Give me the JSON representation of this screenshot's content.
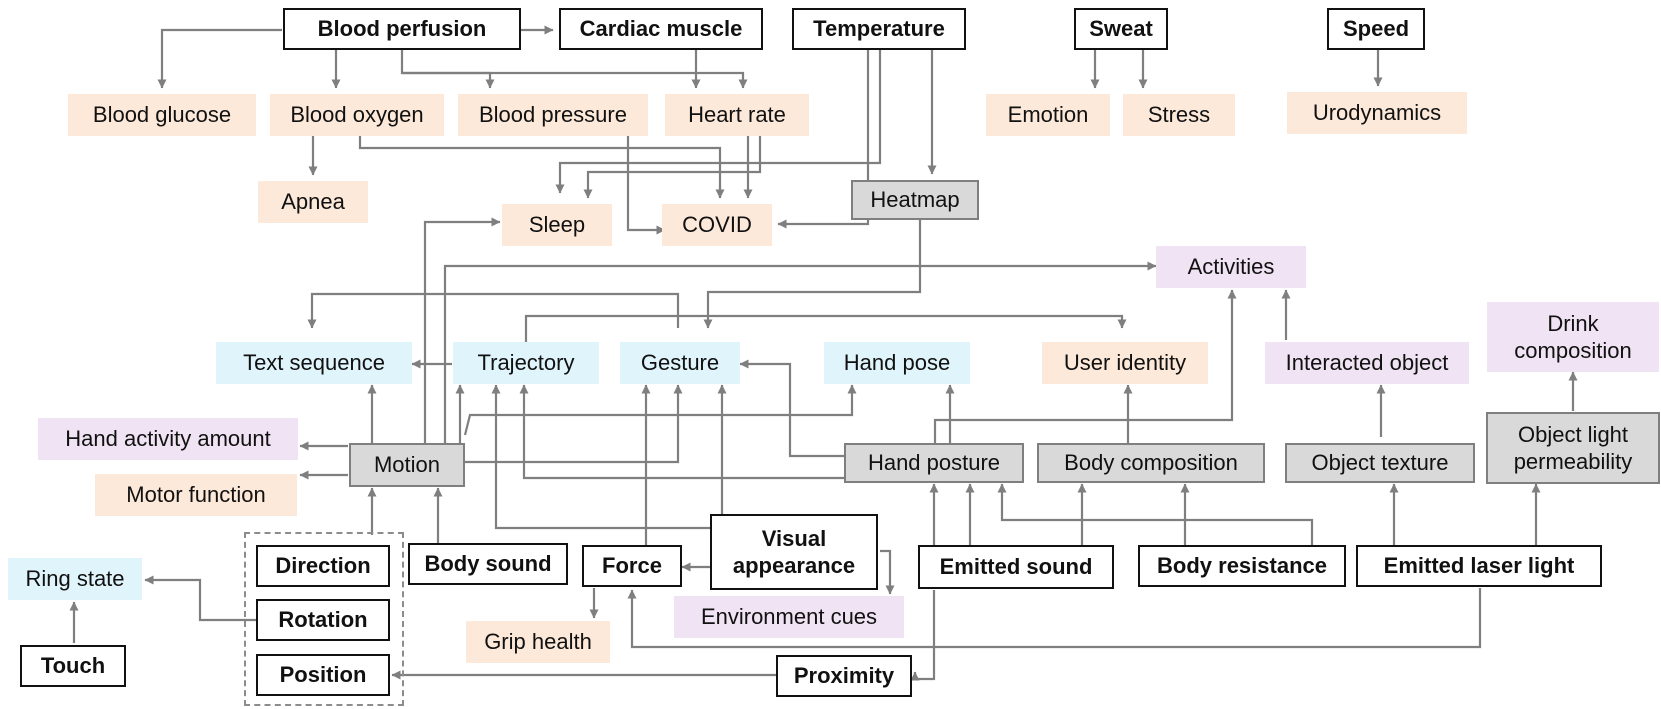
{
  "nodes": {
    "blood_perfusion": "Blood perfusion",
    "cardiac_muscle": "Cardiac muscle",
    "temperature": "Temperature",
    "sweat": "Sweat",
    "speed": "Speed",
    "blood_glucose": "Blood glucose",
    "blood_oxygen": "Blood oxygen",
    "blood_pressure": "Blood pressure",
    "heart_rate": "Heart rate",
    "emotion": "Emotion",
    "stress": "Stress",
    "urodynamics": "Urodynamics",
    "apnea": "Apnea",
    "sleep": "Sleep",
    "covid": "COVID",
    "heatmap": "Heatmap",
    "activities": "Activities",
    "drink_composition": "Drink composition",
    "text_sequence": "Text sequence",
    "trajectory": "Trajectory",
    "gesture": "Gesture",
    "hand_pose": "Hand pose",
    "user_identity": "User identity",
    "interacted_object": "Interacted object",
    "hand_activity_amount": "Hand activity amount",
    "motion": "Motion",
    "hand_posture": "Hand posture",
    "body_composition": "Body composition",
    "object_texture": "Object texture",
    "object_light_permeability": "Object light permeability",
    "motor_function": "Motor function",
    "visual_appearance": "Visual appearance",
    "ring_state": "Ring state",
    "direction": "Direction",
    "body_sound": "Body sound",
    "force": "Force",
    "emitted_sound": "Emitted sound",
    "body_resistance": "Body resistance",
    "emitted_laser_light": "Emitted laser light",
    "environment_cues": "Environment cues",
    "rotation": "Rotation",
    "grip_health": "Grip health",
    "touch": "Touch",
    "position": "Position",
    "proximity": "Proximity"
  },
  "colors": {
    "edge": "#7f7f7f",
    "sensor_border": "#111111",
    "intermediate_fill": "#d9d9d9",
    "health_output_fill": "#fce9d9",
    "context_output_fill": "#f0e3f3",
    "interaction_output_fill": "#e0f4fb"
  }
}
